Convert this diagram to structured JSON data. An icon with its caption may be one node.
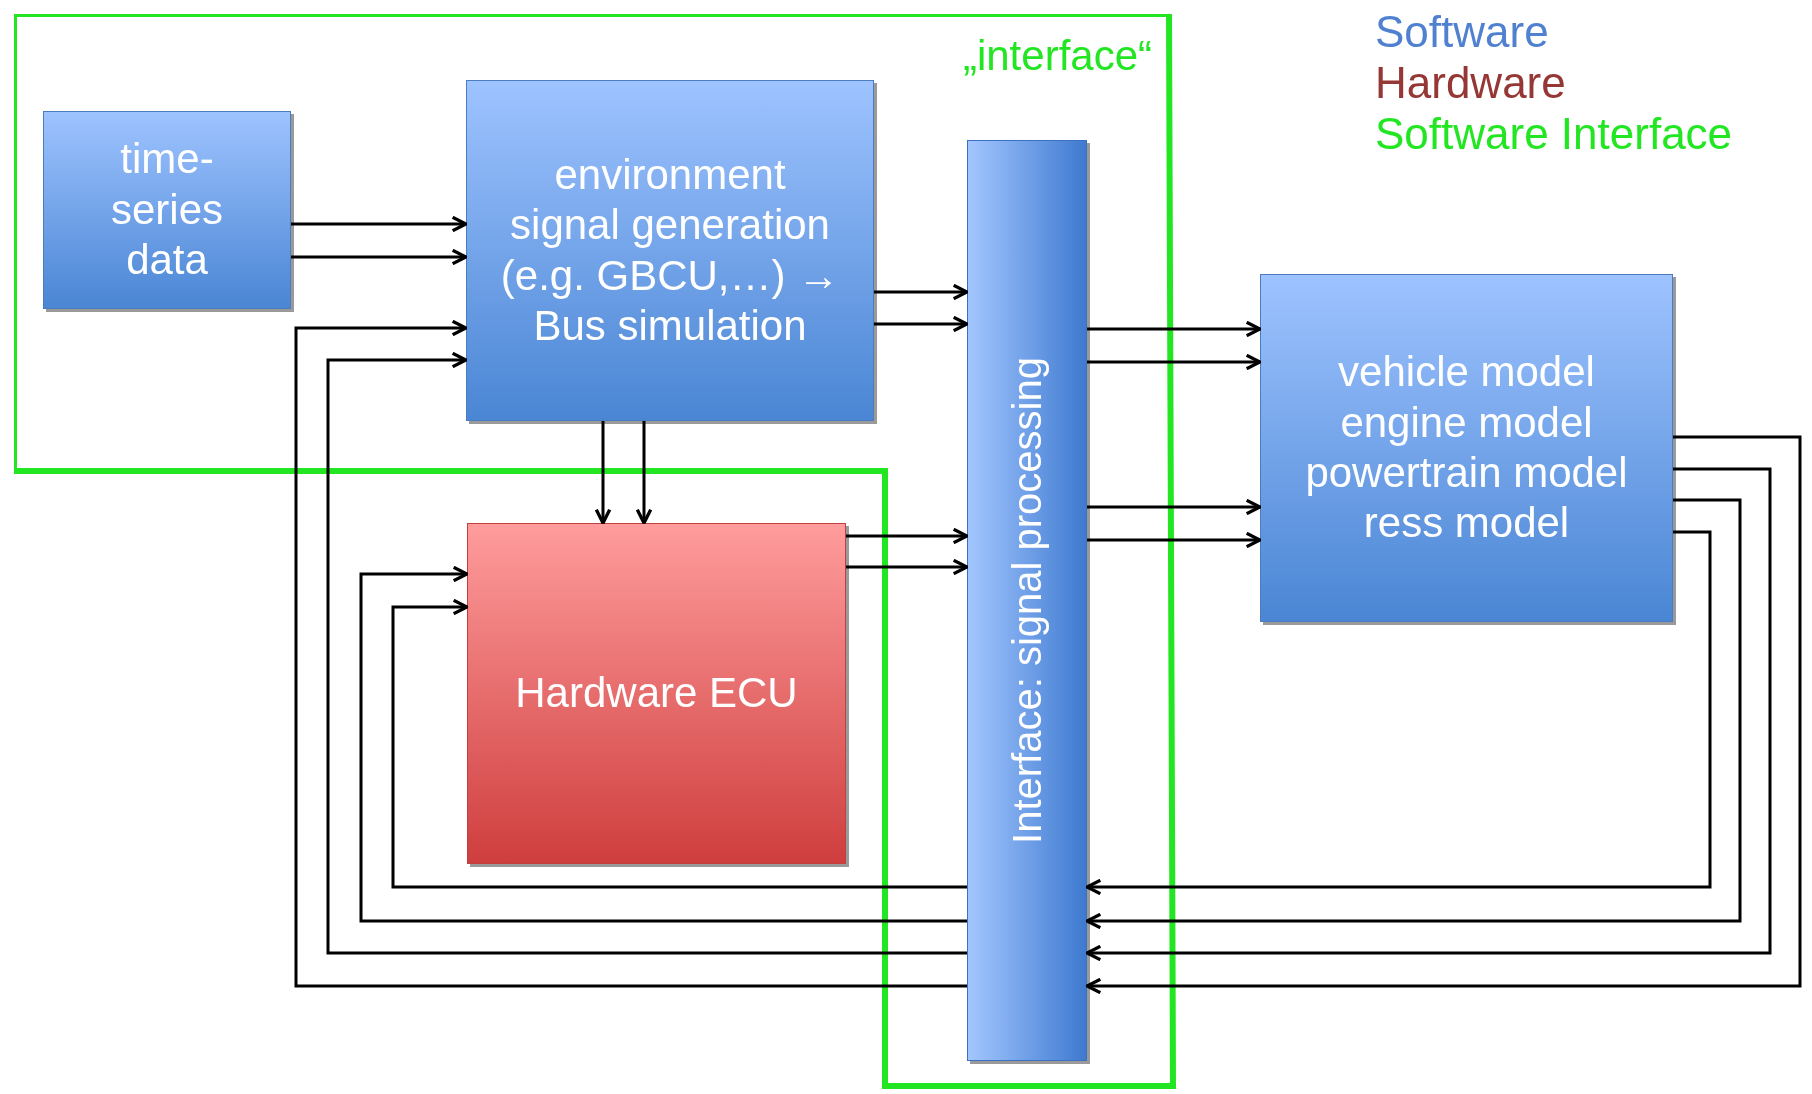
{
  "diagram": {
    "nodes": [
      {
        "text": [
          "time- series data"
        ]
      },
      {
        "text": [
          "environment signal generation (e.g. GBCU,…) → Bus simulation"
        ]
      },
      {
        "text": [
          "Hardware ECU"
        ]
      },
      {
        "text": [
          "Interface: signal processing"
        ]
      },
      {
        "text": [
          "vehicle model",
          "engine model",
          "powertrain model",
          "ress model"
        ]
      }
    ],
    "edges": [
      {
        "from": 0,
        "to": 1,
        "arrow": "to"
      },
      {
        "from": 0,
        "to": 1,
        "arrow": "to"
      },
      {
        "from": 1,
        "to": 3,
        "arrow": "to"
      },
      {
        "from": 1,
        "to": 3,
        "arrow": "to"
      },
      {
        "from": 2,
        "to": 3,
        "arrow": "to"
      },
      {
        "from": 2,
        "to": 3,
        "arrow": "to"
      },
      {
        "from": 3,
        "to": 4,
        "arrow": "to"
      },
      {
        "from": 3,
        "to": 4,
        "arrow": "to"
      },
      {
        "from": 3,
        "to": 4,
        "arrow": "to"
      },
      {
        "from": 3,
        "to": 4,
        "arrow": "to"
      },
      {
        "from": 1,
        "to": 2,
        "arrow": "to"
      },
      {
        "from": 1,
        "to": 2,
        "arrow": "to"
      },
      {
        "from": 3,
        "to": 1,
        "arrow": "to"
      },
      {
        "from": 3,
        "to": 1,
        "arrow": "to"
      },
      {
        "from": 3,
        "to": 2,
        "arrow": "to"
      },
      {
        "from": 3,
        "to": 2,
        "arrow": "to"
      },
      {
        "from": 4,
        "to": 3,
        "arrow": "to"
      },
      {
        "from": 4,
        "to": 3,
        "arrow": "to"
      },
      {
        "from": 4,
        "to": 3,
        "arrow": "to"
      },
      {
        "from": 4,
        "to": 3,
        "arrow": "to"
      }
    ],
    "labels": [
      "„interface“"
    ],
    "legend": [
      {
        "text": "Software",
        "color": "#4f81d0"
      },
      {
        "text": "Hardware",
        "color": "#953735"
      },
      {
        "text": "Software Interface",
        "color": "#22e622"
      }
    ]
  }
}
